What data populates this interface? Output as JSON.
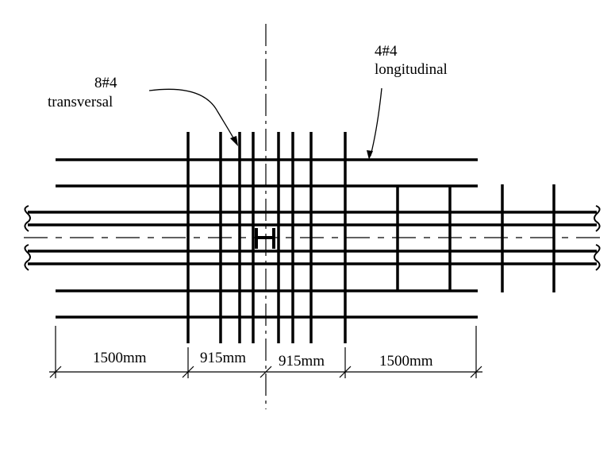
{
  "labels": {
    "transversal_count": "8#4",
    "transversal_name": "transversal",
    "longitudinal_count": "4#4",
    "longitudinal_name": "longitudinal"
  },
  "dimensions": [
    "1500mm",
    "915mm",
    "915mm",
    "1500mm"
  ],
  "colors": {
    "stroke": "#000000",
    "background": "#ffffff"
  }
}
